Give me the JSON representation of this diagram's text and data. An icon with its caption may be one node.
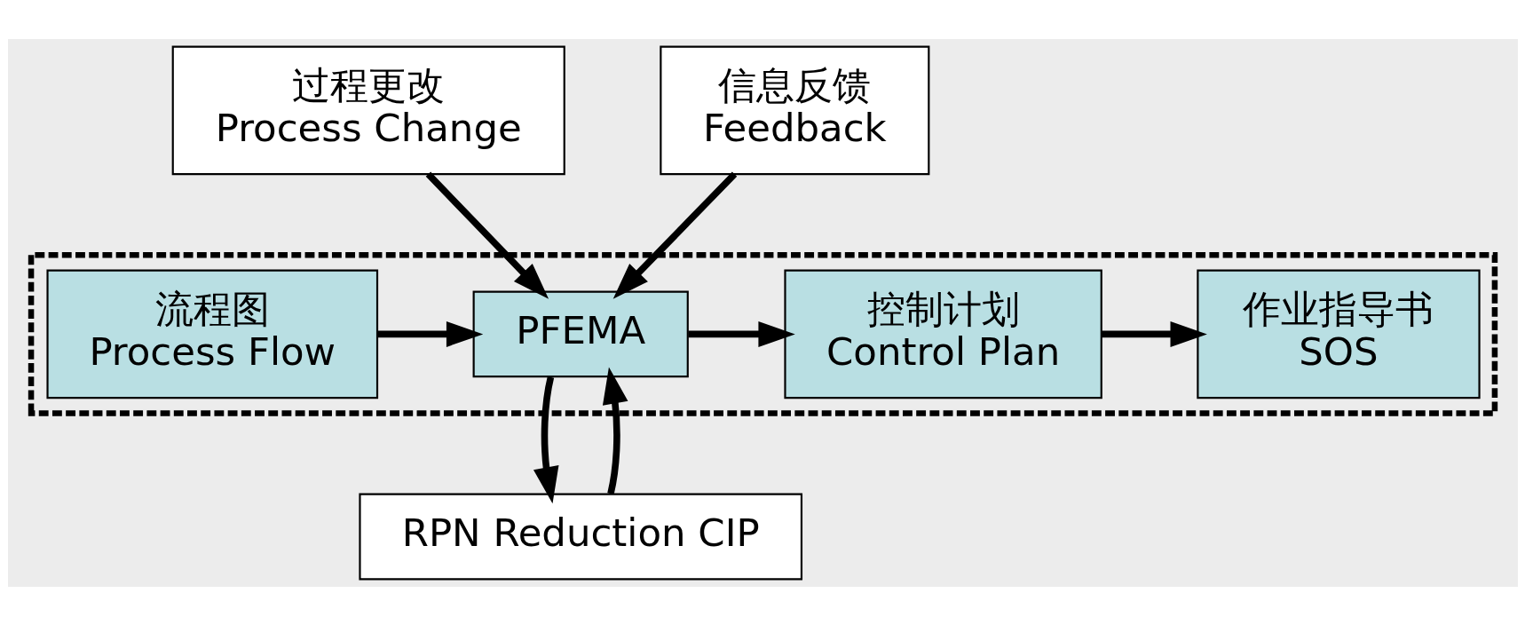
{
  "diagram": {
    "nodes": [
      {
        "text": [],
        "shape": "box"
      },
      {
        "text": [
          "过程更改",
          "Process Change"
        ]
      },
      {
        "text": [
          "信息反馈",
          "Feedback"
        ]
      },
      {
        "text": [
          "流程图",
          "Process Flow"
        ],
        "in": 0
      },
      {
        "text": [
          "PFEMA"
        ],
        "in": 0
      },
      {
        "text": [
          "控制计划",
          "Control Plan"
        ],
        "in": 0
      },
      {
        "text": [
          "作业指导书",
          "SOS"
        ],
        "in": 0
      },
      {
        "text": [
          "RPN Reduction CIP"
        ]
      }
    ],
    "edges": [
      {
        "from": 1,
        "to": 4,
        "arrow": "to"
      },
      {
        "from": 2,
        "to": 4,
        "arrow": "to"
      },
      {
        "from": 3,
        "to": 4,
        "arrow": "to"
      },
      {
        "from": 4,
        "to": 5,
        "arrow": "to"
      },
      {
        "from": 5,
        "to": 6,
        "arrow": "to"
      },
      {
        "from": 4,
        "to": 7,
        "arrow": "to"
      },
      {
        "from": 7,
        "to": 4,
        "arrow": "to"
      }
    ]
  }
}
